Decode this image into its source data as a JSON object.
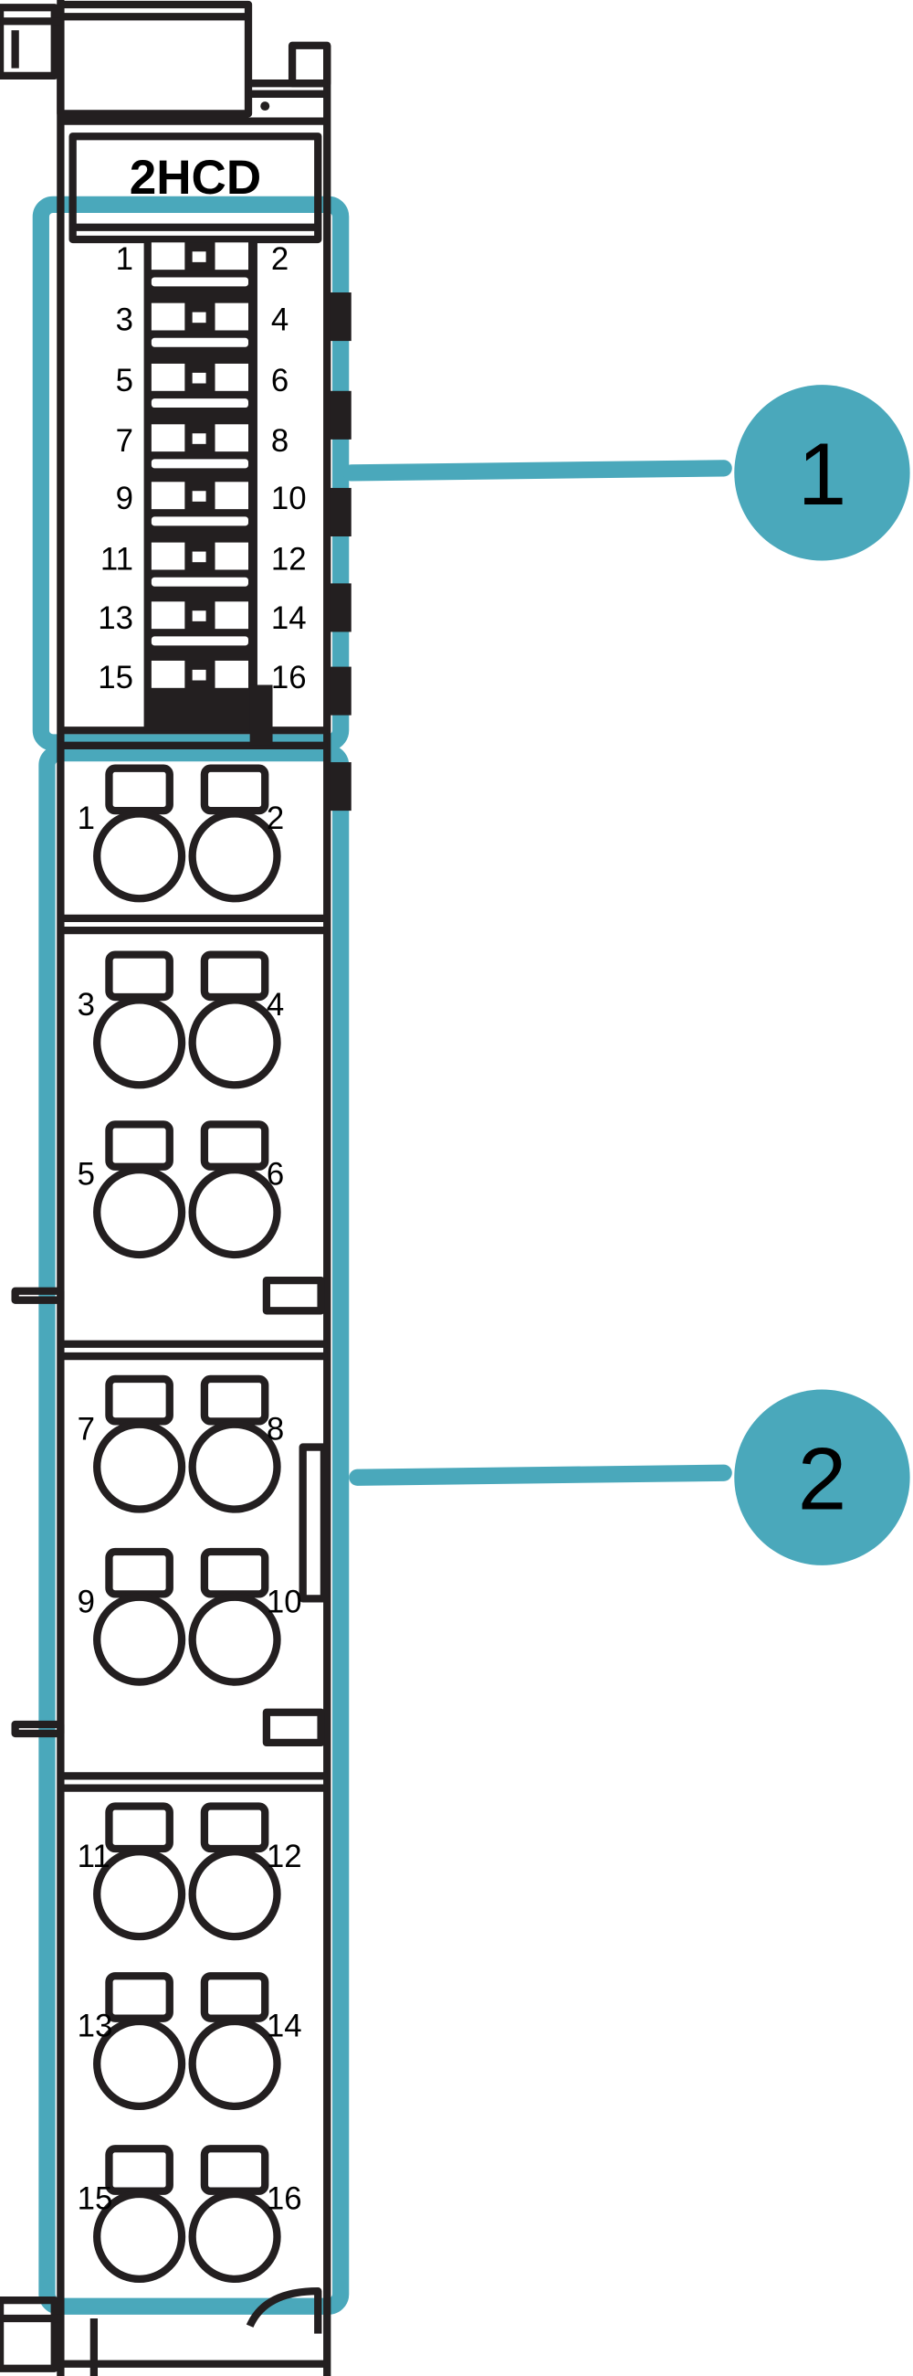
{
  "module": {
    "label": "2HCD",
    "accent_color": "#4aa8bb",
    "line_color": "#231f20"
  },
  "upper_connector": {
    "left_numbers": [
      "1",
      "3",
      "5",
      "7",
      "9",
      "11",
      "13",
      "15"
    ],
    "right_numbers": [
      "2",
      "4",
      "6",
      "8",
      "10",
      "12",
      "14",
      "16"
    ]
  },
  "terminal_block": {
    "left_numbers": [
      "1",
      "3",
      "5",
      "7",
      "9",
      "11",
      "13",
      "15"
    ],
    "right_numbers": [
      "2",
      "4",
      "6",
      "8",
      "10",
      "12",
      "14",
      "16"
    ]
  },
  "callouts": [
    {
      "label": "1"
    },
    {
      "label": "2"
    }
  ]
}
